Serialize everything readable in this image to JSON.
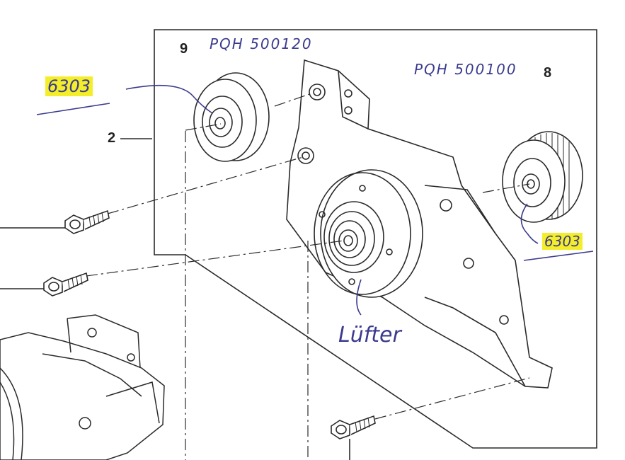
{
  "callouts": {
    "c9": "9",
    "c8": "8",
    "c2": "2"
  },
  "annotations": {
    "part_9": "PQH 500120",
    "part_8": "PQH 500100",
    "bearing_left": "6303",
    "bearing_right": "6303",
    "fan": "Lüfter"
  },
  "colors": {
    "line": "#2a2a2a",
    "ink": "#3b3b8f",
    "highlight": "#f4ee2a"
  }
}
